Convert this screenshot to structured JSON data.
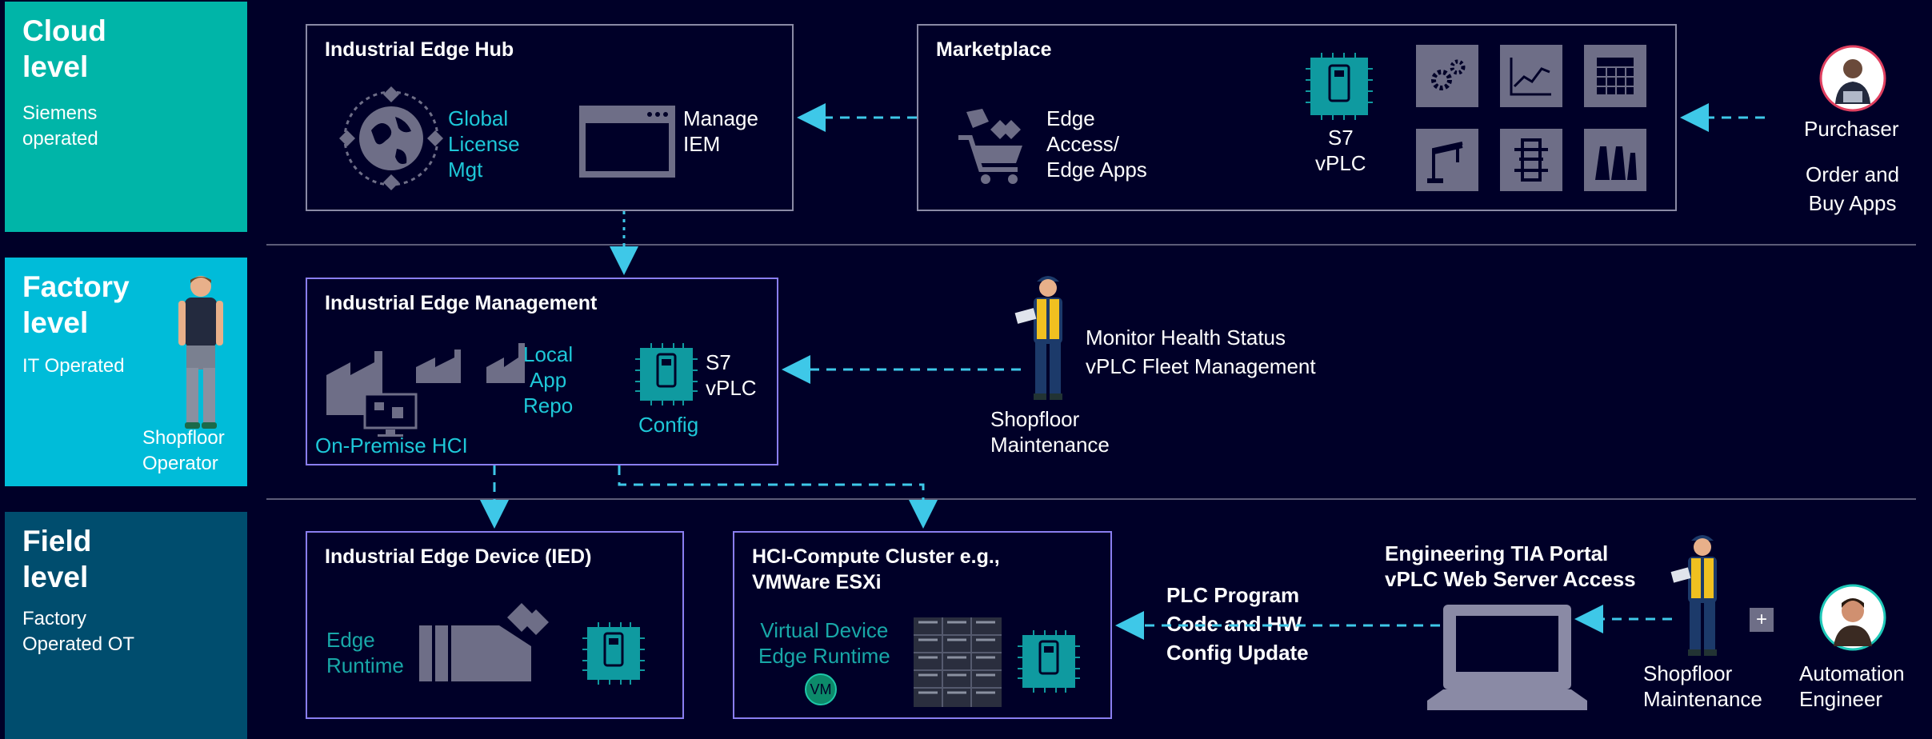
{
  "levels": {
    "cloud": {
      "title": "Cloud\nlevel",
      "sub": "Siemens\noperated",
      "color": "#00b5a8"
    },
    "factory": {
      "title": "Factory\nlevel",
      "sub": "IT Operated",
      "person": "Shopfloor\nOperator",
      "color": "#00bcd9"
    },
    "field": {
      "title": "Field\nlevel",
      "sub": "Factory\nOperated OT",
      "color": "#004d6e"
    }
  },
  "hub": {
    "title": "Industrial Edge Hub",
    "license": "Global\nLicense\nMgt",
    "manage": "Manage\nIEM"
  },
  "marketplace": {
    "title": "Marketplace",
    "apps": "Edge\nAccess/\nEdge Apps",
    "vplc": "S7\nvPLC"
  },
  "purchaser": {
    "name": "Purchaser",
    "action": "Order and\nBuy Apps"
  },
  "iem": {
    "title": "Industrial Edge Management",
    "repo": "Local\nApp\nRepo",
    "hci": "On-Premise HCI",
    "vplc": "S7\nvPLC",
    "config": "Config"
  },
  "maintenance_top": {
    "tasks": "Monitor Health Status\nvPLC Fleet Management",
    "name": "Shopfloor\nMaintenance"
  },
  "ied": {
    "title": "Industrial Edge Device (IED)",
    "runtime": "Edge\nRuntime"
  },
  "hci_cluster": {
    "title": "HCI-Compute Cluster e.g.,\nVMWare ESXi",
    "runtime": "Virtual Device\nEdge Runtime",
    "vm": "VM"
  },
  "plc_update": "PLC Program\nCode and HW\nConfig Update",
  "engineering": "Engineering TIA Portal\nvPLC Web Server Access",
  "maintenance_bottom": "Shopfloor\nMaintenance",
  "automation": "Automation\nEngineer",
  "plus": "+",
  "colors": {
    "accent": "#1ec8d8",
    "teal": "#18a8a8",
    "chip": "#0f9aa0",
    "background": "#000028"
  }
}
